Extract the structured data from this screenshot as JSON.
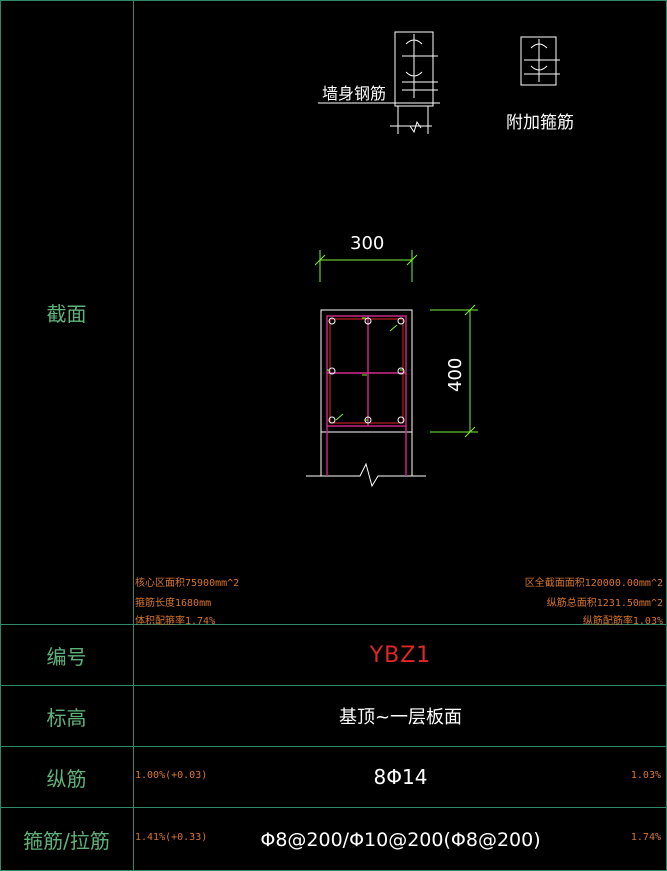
{
  "labels": {
    "section": "截面",
    "number": "编号",
    "elevation": "标高",
    "longitudinal": "纵筋",
    "stirrup": "箍筋/拉筋"
  },
  "drawing": {
    "wall_rebar_label": "墙身钢筋",
    "additional_stirrup_label": "附加箍筋",
    "dim_width": "300",
    "dim_height": "400"
  },
  "notes_left": [
    "核心区面积75900mm^2",
    "箍筋长度1680mm",
    "体积配箍率1.74%"
  ],
  "notes_right": [
    "区全截面面积120000.00mm^2",
    "纵筋总面积1231.50mm^2",
    "纵筋配筋率1.03%"
  ],
  "values": {
    "number": "YBZ1",
    "elevation": "基顶~一层板面",
    "longitudinal": "8Φ14",
    "stirrup": "Φ8@200/Φ10@200(Φ8@200)"
  },
  "longitudinal_left_pct": "1.00%(+0.03)",
  "longitudinal_right_pct": "1.03%",
  "stirrup_left_pct": "1.41%(+0.33)",
  "stirrup_right_pct": "1.74%",
  "colors": {
    "grid": "#2e8a6a",
    "label": "#5fb37a",
    "note": "#d8752a",
    "code": "#e02626",
    "stirrup": "#d22a8a",
    "dimension": "#7cf23a"
  }
}
